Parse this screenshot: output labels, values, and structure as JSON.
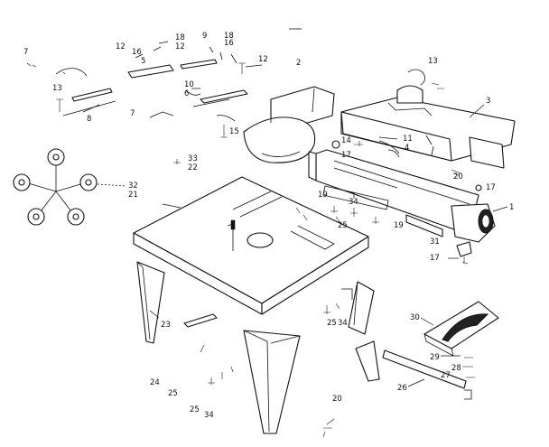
{
  "callouts": [
    {
      "id": "c-7a",
      "text": "7"
    },
    {
      "id": "c-12a",
      "text": "12"
    },
    {
      "id": "c-16a",
      "text": "16"
    },
    {
      "id": "c-5",
      "text": "5"
    },
    {
      "id": "c-18a",
      "text": "18"
    },
    {
      "id": "c-12b",
      "text": "12"
    },
    {
      "id": "c-9",
      "text": "9"
    },
    {
      "id": "c-18b",
      "text": "18"
    },
    {
      "id": "c-16b",
      "text": "16"
    },
    {
      "id": "c-12c",
      "text": "12"
    },
    {
      "id": "c-2",
      "text": "2"
    },
    {
      "id": "c-13a",
      "text": "13"
    },
    {
      "id": "c-8",
      "text": "8"
    },
    {
      "id": "c-7b",
      "text": "7"
    },
    {
      "id": "c-10",
      "text": "10"
    },
    {
      "id": "c-6",
      "text": "6"
    },
    {
      "id": "c-15",
      "text": "15"
    },
    {
      "id": "c-13b",
      "text": "13"
    },
    {
      "id": "c-3",
      "text": "3"
    },
    {
      "id": "c-14",
      "text": "14"
    },
    {
      "id": "c-11",
      "text": "11"
    },
    {
      "id": "c-17a",
      "text": "17"
    },
    {
      "id": "c-4",
      "text": "4"
    },
    {
      "id": "c-20a",
      "text": "20"
    },
    {
      "id": "c-17b",
      "text": "17"
    },
    {
      "id": "c-1",
      "text": "1"
    },
    {
      "id": "c-33",
      "text": "33"
    },
    {
      "id": "c-22",
      "text": "22"
    },
    {
      "id": "c-32",
      "text": "32"
    },
    {
      "id": "c-21",
      "text": "21"
    },
    {
      "id": "c-19a",
      "text": "19"
    },
    {
      "id": "c-34a",
      "text": "34"
    },
    {
      "id": "c-25a",
      "text": "25"
    },
    {
      "id": "c-19b",
      "text": "19"
    },
    {
      "id": "c-31",
      "text": "31"
    },
    {
      "id": "c-17c",
      "text": "17"
    },
    {
      "id": "c-23",
      "text": "23"
    },
    {
      "id": "c-25b",
      "text": "25"
    },
    {
      "id": "c-34b",
      "text": "34"
    },
    {
      "id": "c-30",
      "text": "30"
    },
    {
      "id": "c-29",
      "text": "29"
    },
    {
      "id": "c-28",
      "text": "28"
    },
    {
      "id": "c-27",
      "text": "27"
    },
    {
      "id": "c-26",
      "text": "26"
    },
    {
      "id": "c-24",
      "text": "24"
    },
    {
      "id": "c-25c",
      "text": "25"
    },
    {
      "id": "c-25d",
      "text": "25"
    },
    {
      "id": "c-34c",
      "text": "34"
    },
    {
      "id": "c-20b",
      "text": "20"
    }
  ]
}
